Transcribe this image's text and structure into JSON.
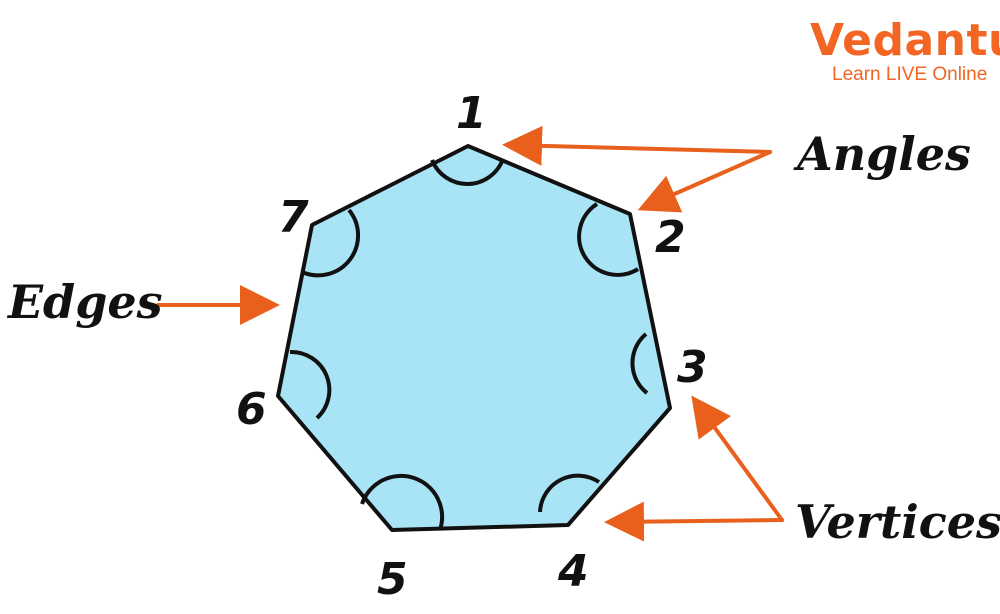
{
  "brand": {
    "name": "Vedantu",
    "tagline": "Learn LIVE Online",
    "color": "#F26522"
  },
  "colors": {
    "fill": "#A8E4F5",
    "stroke": "#111111",
    "arrow": "#E8601C",
    "text": "#111111"
  },
  "vertex_labels": [
    "1",
    "2",
    "3",
    "4",
    "5",
    "6",
    "7"
  ],
  "callouts": {
    "angles": "Angles",
    "edges": "Edges",
    "vertices": "Vertices"
  }
}
